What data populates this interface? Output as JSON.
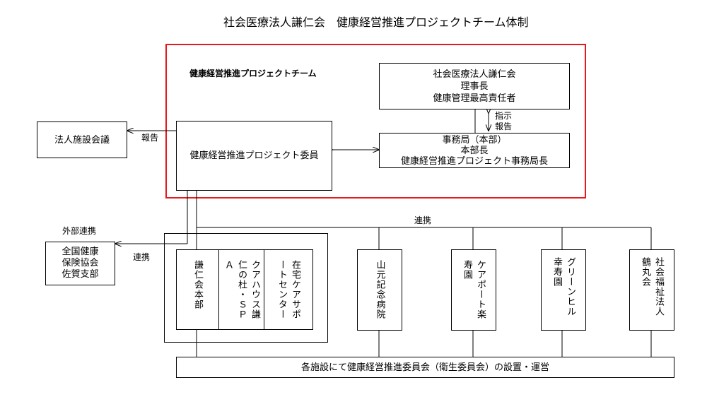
{
  "title": "社会医療法人謙仁会　健康経営推進プロジェクトチーム体制",
  "team_label": "健康経営推進プロジェクトチーム",
  "chairman_box": [
    "社会医療法人謙仁会",
    "理事長",
    "健康管理最高責任者"
  ],
  "instruct_label": "指示",
  "report_label_right": "報告",
  "secretariat_box": [
    "事務局（本部）",
    "本部長",
    "健康経営推進プロジェクト事務局長"
  ],
  "committee_box": "健康経営推進プロジェクト委員",
  "facility_meeting": "法人施設会議",
  "report_label_left": "報告",
  "external_label": "外部連携",
  "external_box": [
    "全国健康",
    "保険協会",
    "佐賀支部"
  ],
  "renkei_left": "連携",
  "renkei_top": "連携",
  "group_columns": [
    "謙仁会本部",
    "クアハウス謙仁の杜・ＳＰＡ",
    "在宅ケアサポートセンター"
  ],
  "facilities": [
    "山元記念病院",
    "ケアポート楽寿園",
    "グリーンヒル幸寿園",
    "社会福祉法人鶴丸会"
  ],
  "bottom_bar": "各施設にて健康経営推進委員会（衛生委員会）の設置・運営",
  "colors": {
    "team_frame": "#e8191c",
    "line": "#000000"
  }
}
